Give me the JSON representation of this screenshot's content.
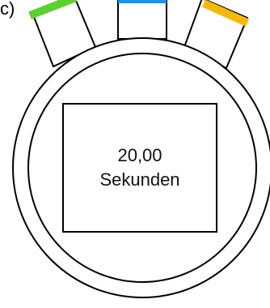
{
  "corner_label": "c)",
  "display": {
    "time": "20,00",
    "unit": "Sekunden"
  },
  "buttons": [
    {
      "name": "left-button",
      "cap_color": "#5ad22e"
    },
    {
      "name": "center-button",
      "cap_color": "#1e90f0"
    },
    {
      "name": "right-button",
      "cap_color": "#f6b80a"
    }
  ],
  "colors": {
    "stroke": "#000000",
    "background": "#ffffff"
  }
}
